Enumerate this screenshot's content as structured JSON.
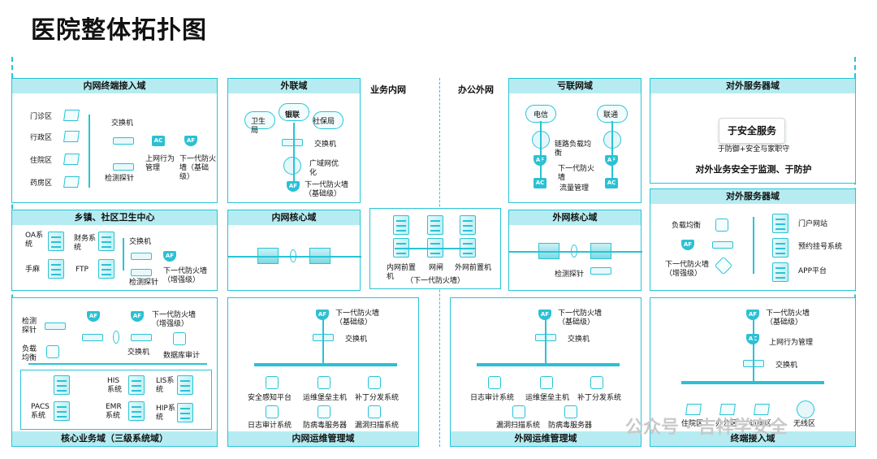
{
  "page_title": "医院整体拓扑图",
  "zones": {
    "inner_terminal": {
      "title": "内网终端接入域",
      "areas": [
        "门诊区",
        "行政区",
        "住院区",
        "药房区"
      ],
      "switch": "交换机",
      "probe": "检测探针",
      "behavior": "上网行为管理",
      "firewall": "下一代防火墙（基础级）"
    },
    "external_link": {
      "title": "外联域",
      "clouds": [
        "卫生局",
        "银联",
        "社保局"
      ],
      "switch": "交换机",
      "wan": "广域网优化",
      "firewall": "下一代防火墙（基础级）"
    },
    "business_net": "业务内网",
    "office_net": "办公外网",
    "internet": {
      "title": "亏联网域",
      "clouds": [
        "电信",
        "联通"
      ],
      "lb": "链路负载均衡",
      "firewall": "下一代防火墙",
      "flow": "流量管理"
    },
    "ext_service_top": {
      "title": "对外服务器域",
      "badge": "于安全服务",
      "tagline": "于防御+安全与家职守",
      "slogan": "对外业务安全于监测、于防护"
    },
    "township": {
      "title": "乡镇、社区卫生中心",
      "systems": [
        "OA系统",
        "财务系统",
        "手麻",
        "FTP"
      ],
      "switch": "交换机",
      "firewall": "下一代防火墙（增强级）",
      "probe": "检测探针"
    },
    "inner_core": {
      "title": "内网核心域"
    },
    "front": {
      "labels": [
        "内网前置机",
        "网闸",
        "外网前置机"
      ],
      "note": "（下一代防火墙）"
    },
    "outer_core": {
      "title": "外网核心域",
      "probe": "检测探针"
    },
    "ext_service": {
      "title": "对外服务器域",
      "lb": "负载均衡",
      "firewall": "下一代防火墙（增强级）",
      "servers": [
        "门户网站",
        "预约挂号系统",
        "APP平台"
      ]
    },
    "core_business": {
      "title": "核心业务域（三级系统域）",
      "probe": "检测探针",
      "lb": "负载均衡",
      "firewall": "下一代防火墙（增强级）",
      "switch": "交换机",
      "db_audit": "数据库审计",
      "systems": [
        "PACS系统",
        "HIS系统",
        "LIS系统",
        "EMR系统",
        "HIP系统"
      ]
    },
    "inner_ops": {
      "title": "内网运维管理域",
      "firewall": "下一代防火墙（基础级）",
      "switch": "交换机",
      "systems": [
        "安全感知平台",
        "运维堡垒主机",
        "补丁分发系统",
        "日志审计系统",
        "防病毒服务器",
        "漏洞扫描系统"
      ]
    },
    "outer_ops": {
      "title": "外网运维管理域",
      "firewall": "下一代防火墙（基础级）",
      "switch": "交换机",
      "systems": [
        "日志审计系统",
        "运维堡垒主机",
        "补丁分发系统",
        "漏洞扫描系统",
        "防病毒服务器"
      ]
    },
    "terminal": {
      "title": "终端接入域",
      "firewall": "下一代防火墙（基础级）",
      "behavior": "上网行为管理",
      "switch": "交换机",
      "areas": [
        "住院区",
        "办公区",
        "访问区",
        "无线区"
      ]
    }
  },
  "watermark": "公众号 · 吉祥学安全"
}
